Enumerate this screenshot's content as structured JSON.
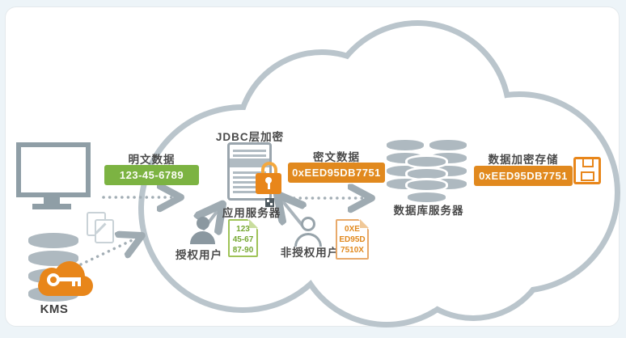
{
  "page": {
    "background": "#edf4f8",
    "card_background": "#ffffff"
  },
  "colors": {
    "green_box": "#7cb342",
    "orange_box": "#e1891e",
    "orange_icon": "#e8861a",
    "gray_icon": "#9aa5ad",
    "cloud_outline": "#bac5cc",
    "label_text": "#4a4a4a"
  },
  "flow": {
    "plaintext": {
      "label": "明文数据",
      "value": "123-45-6789"
    },
    "jdbc_encryption_label": "JDBC层加密",
    "app_server_label": "应用服务器",
    "ciphertext": {
      "label": "密文数据",
      "value": "0xEED95DB7751"
    },
    "db_server_label": "数据库服务器",
    "encrypted_storage": {
      "label": "数据加密存储",
      "value": "0xEED95DB7751"
    },
    "kms_label": "KMS"
  },
  "users": {
    "authorized": {
      "label": "授权用户",
      "note": [
        "123",
        "45-67",
        "87-90"
      ]
    },
    "unauthorized": {
      "label": "非授权用户",
      "note": [
        "0XE",
        "ED95D",
        "7510X"
      ]
    }
  },
  "icons": {
    "cloud": "cloud-outline-shape",
    "monitor": "monitor-icon",
    "documents": "documents-icon",
    "kms_database": "kms-database-icon",
    "key_cloud": "key-cloud-icon",
    "app_server": "app-server-icon",
    "padlock": "padlock-icon",
    "qr_badge": "qr-badge-icon",
    "authorized_user": "user-filled-icon",
    "unauthorized_user": "user-outline-icon",
    "database_server": "database-stack-icon",
    "floppy": "floppy-disk-icon"
  }
}
